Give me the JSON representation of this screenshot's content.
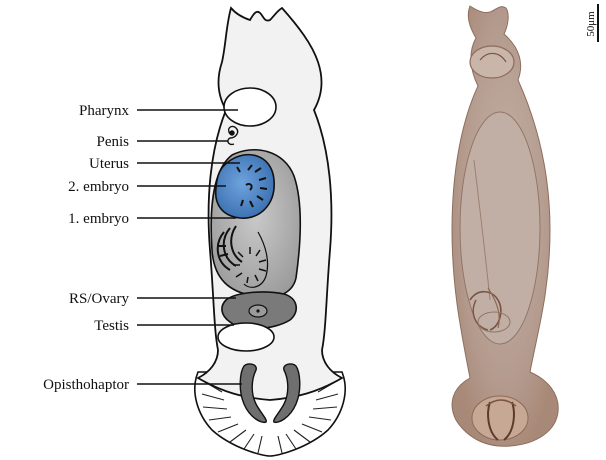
{
  "labels": {
    "pharynx": "Pharynx",
    "penis": "Penis",
    "uterus": "Uterus",
    "embryo2": "2. embryo",
    "embryo1": "1. embryo",
    "rs_ovary": "RS/Ovary",
    "testis": "Testis",
    "opisthohaptor": "Opisthohaptor"
  },
  "scale_bar": {
    "label": "50μm"
  },
  "colors": {
    "body_fill": "#f2f2f2",
    "outline": "#111111",
    "uterus_fill": "#a9a9a9",
    "embryo2_fill": "#4f86c6",
    "organ_fill": "#ffffff",
    "ovary_fill": "#7a7a7a",
    "hook_fill": "#6f6f6f",
    "photo_tint": "#b9a296"
  }
}
